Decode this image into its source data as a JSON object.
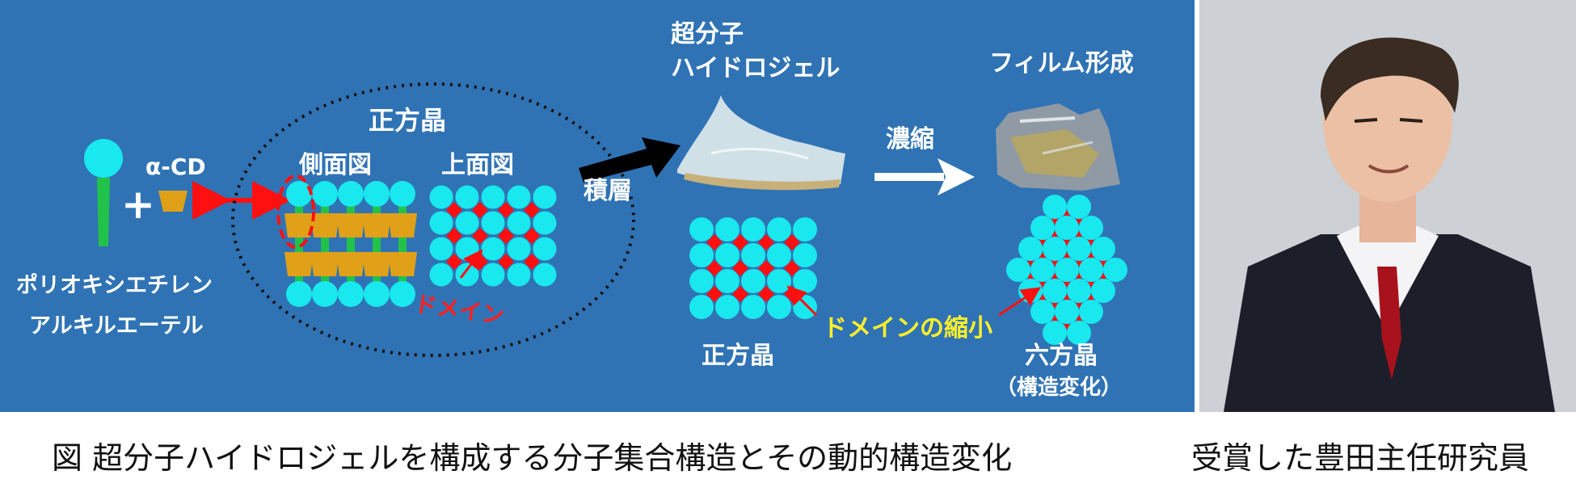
{
  "diagram": {
    "left_labels": {
      "alpha_cd": "α-CD",
      "plus": "+",
      "polymer_line1": "ポリオキシエチレン",
      "polymer_line2": "アルキルエーテル"
    },
    "circle_group": {
      "title": "正方晶",
      "side_view": "側面図",
      "top_view": "上面図",
      "domain_label": "ドメイン"
    },
    "stack_label": "積層",
    "hydrogel": {
      "line1": "超分子",
      "line2": "ハイドロジェル",
      "lattice_label": "正方晶"
    },
    "concentrate_label": "濃縮",
    "film": {
      "title": "フィルム形成",
      "lattice_label": "六方晶",
      "lattice_note": "（構造変化）"
    },
    "domain_shrink_label": "ドメインの縮小",
    "colors": {
      "background": "#2f73b5",
      "bead": "#19e8ee",
      "domain": "#ff1010",
      "cd": "#e0a018",
      "stem": "#22c24a",
      "highlight_text": "#ffef2a"
    }
  },
  "caption": {
    "figure_text": "図 超分子ハイドロジェルを構成する分子集合構造とその動的構造変化",
    "photo_text": "受賞した豊田主任研究員"
  }
}
